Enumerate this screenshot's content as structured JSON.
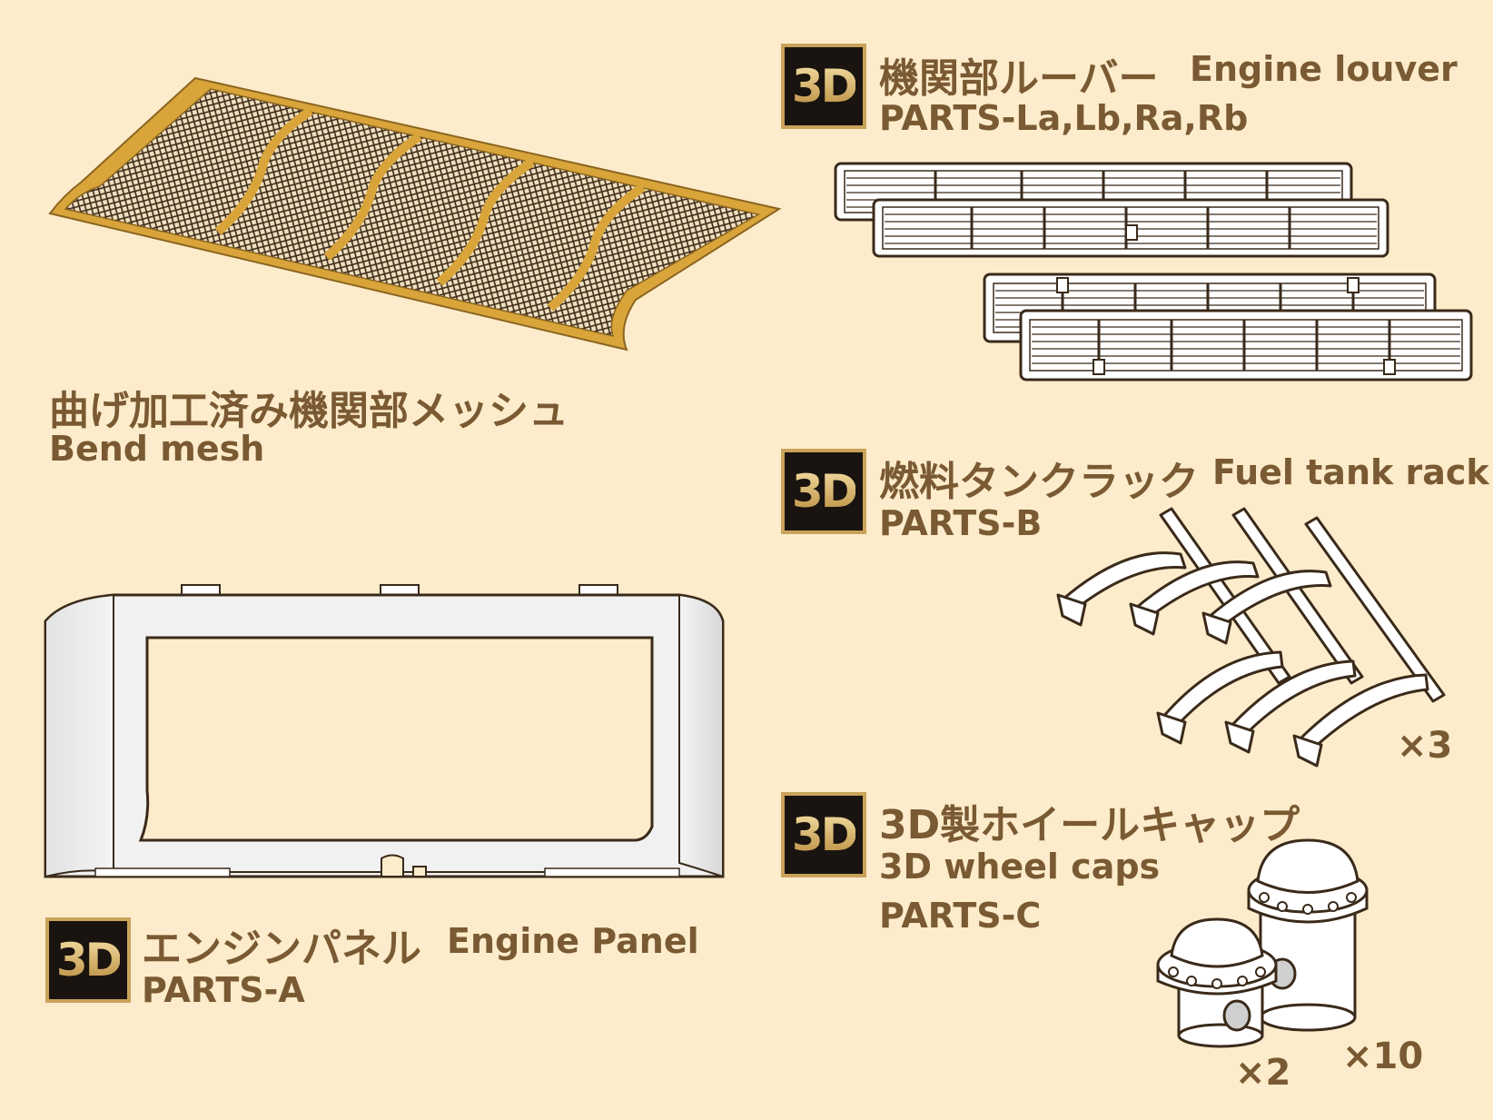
{
  "badge_label": "3D",
  "bend_mesh": {
    "jp": "曲げ加工済み機関部メッシュ",
    "en": "Bend mesh"
  },
  "engine_louver": {
    "jp": "機関部ルーバー",
    "en": "Engine louver",
    "parts": "PARTS-La,Lb,Ra,Rb"
  },
  "fuel_tank_rack": {
    "jp": "燃料タンクラック",
    "en": "Fuel tank rack",
    "parts": "PARTS-B",
    "count": "×3"
  },
  "wheel_caps": {
    "jp": "3D製ホイールキャップ",
    "en": "3D wheel caps",
    "parts": "PARTS-C",
    "count_small": "×2",
    "count_large": "×10"
  },
  "engine_panel": {
    "jp": "エンジンパネル",
    "en": "Engine Panel",
    "parts": "PARTS-A"
  },
  "colors": {
    "background": "#fdeccb",
    "text": "#7a5a33",
    "brass": "#d9a53a",
    "badge": "#1a1410"
  }
}
